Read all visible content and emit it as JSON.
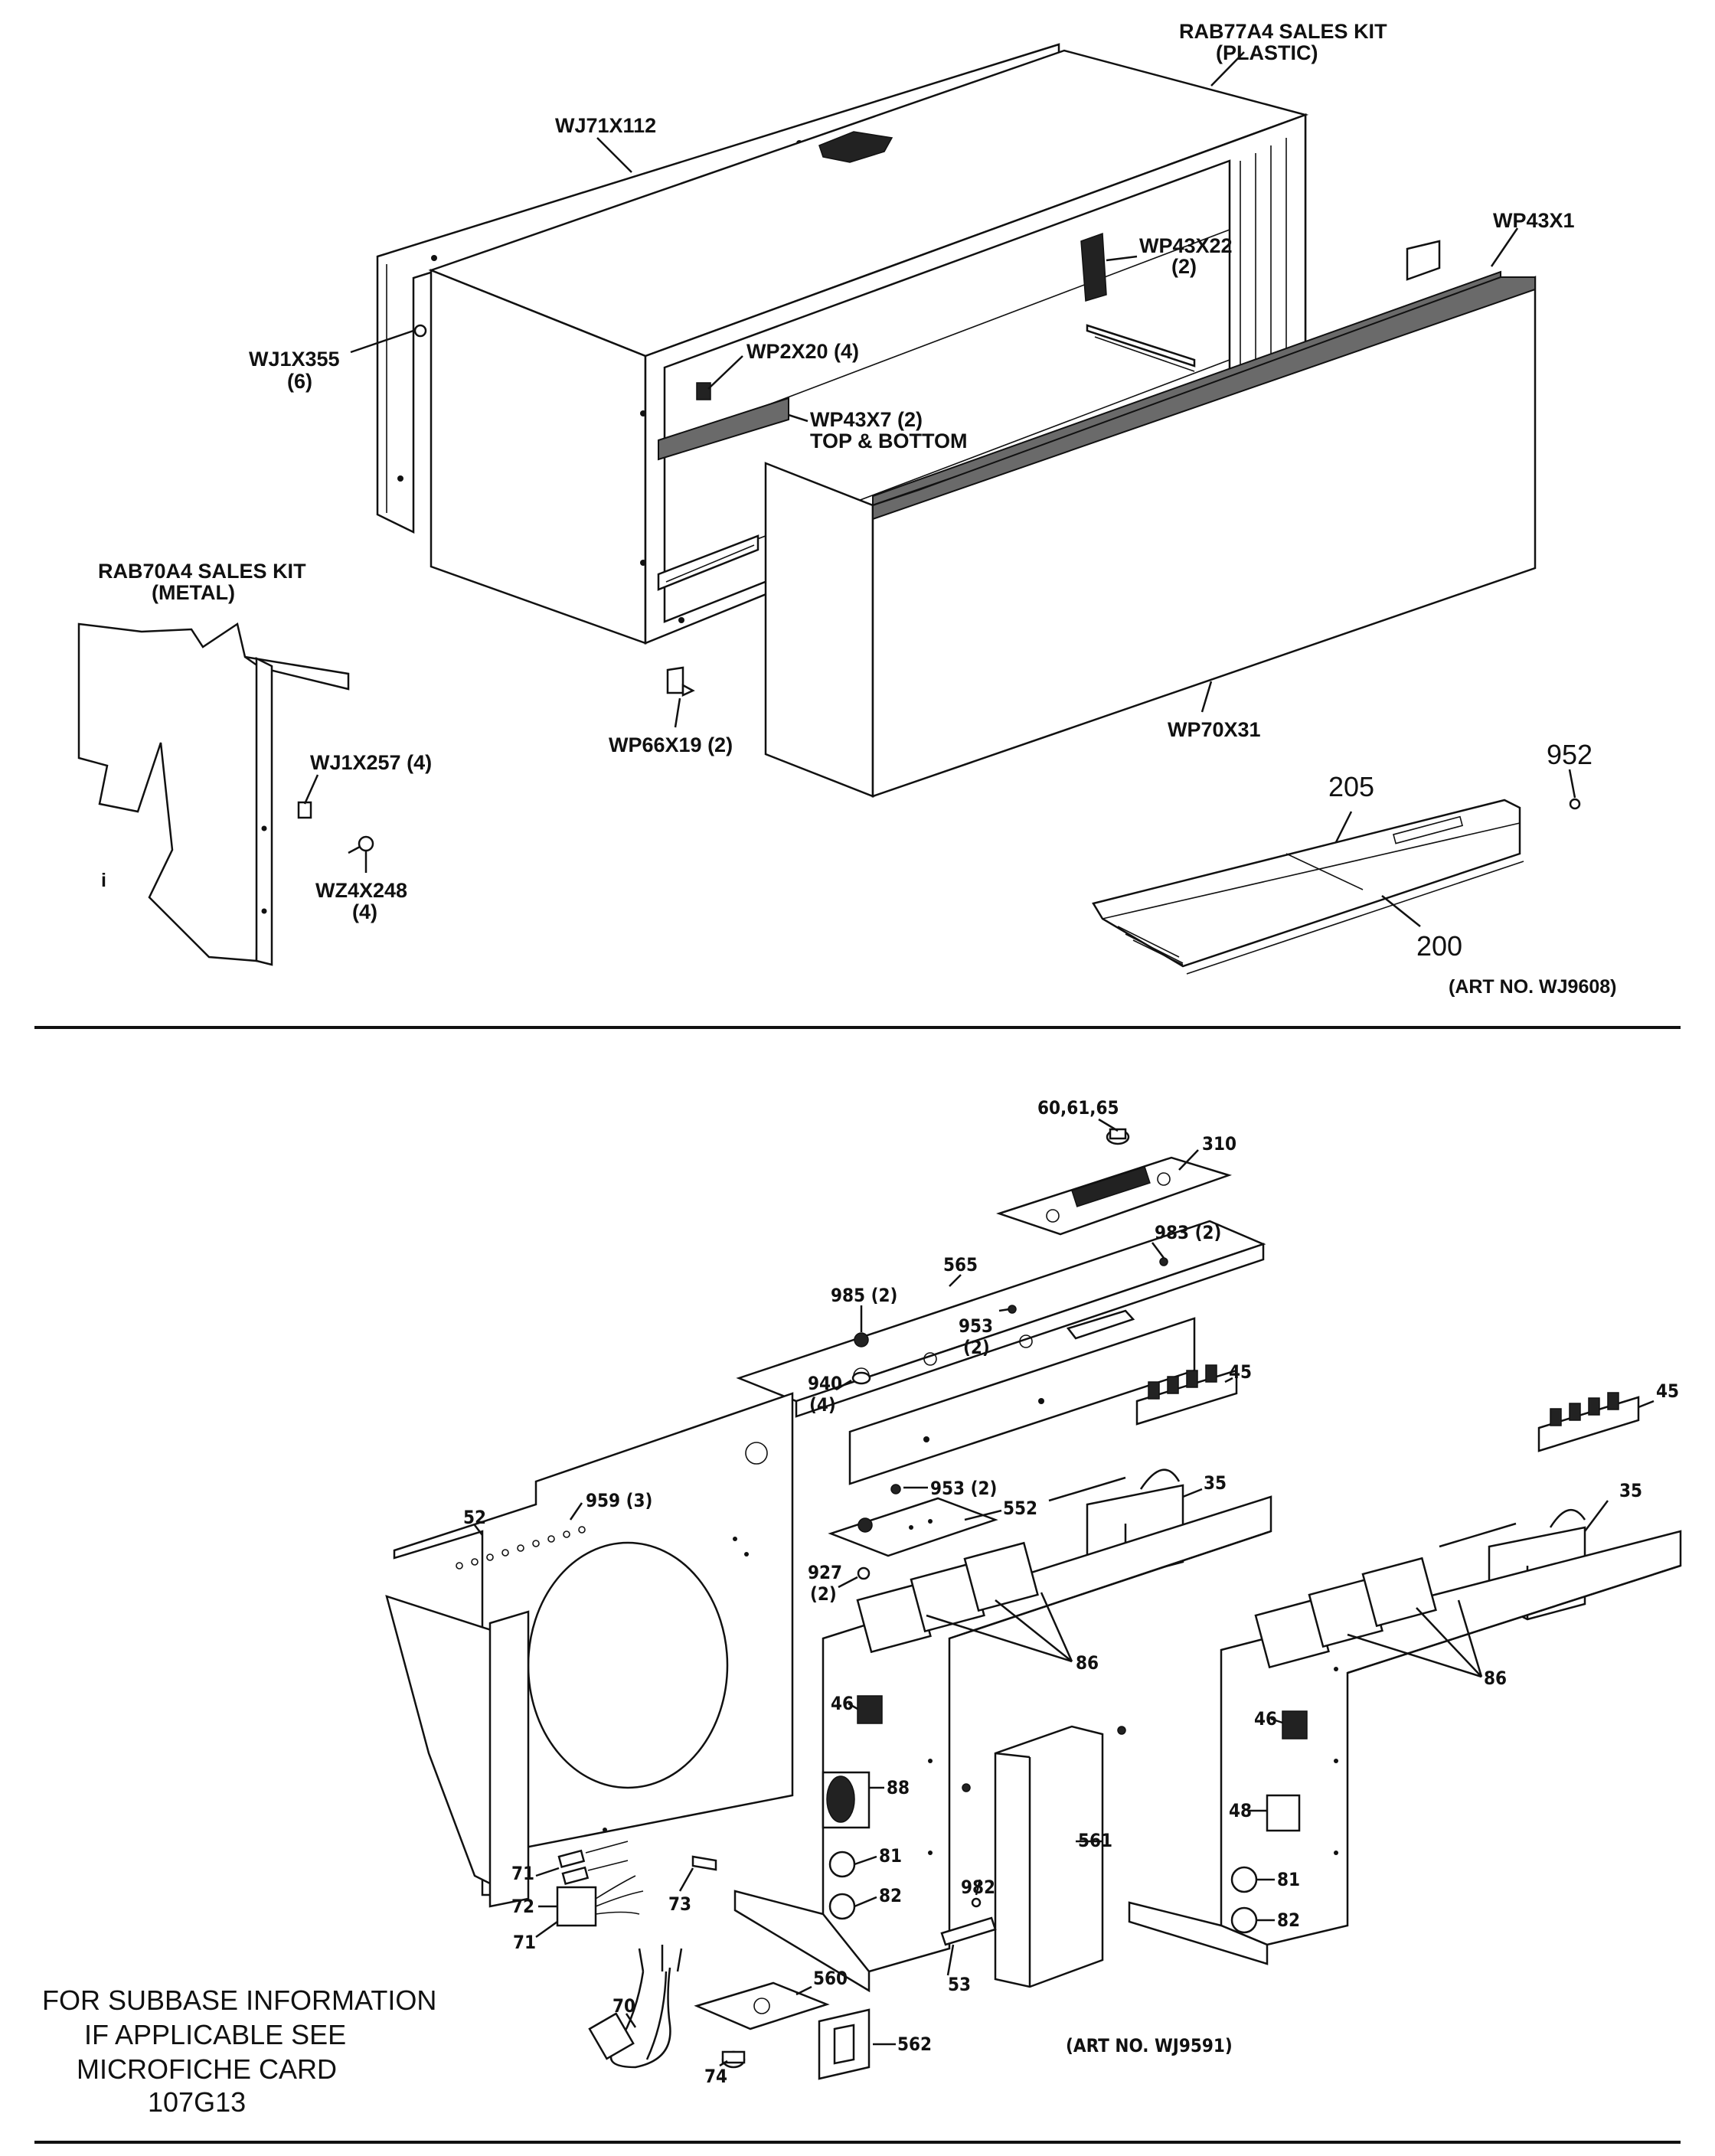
{
  "top_diagram": {
    "art_no": "(ART NO. WJ9608)",
    "callouts": {
      "rab77a4_line1": "RAB77A4 SALES KIT",
      "rab77a4_line2": "(PLASTIC)",
      "wj71x112": "WJ71X112",
      "wp43x22_line1": "WP43X22",
      "wp43x22_line2": "(2)",
      "wp43x1": "WP43X1",
      "wj1x355_line1": "WJ1X355",
      "wj1x355_line2": "(6)",
      "wp2x20": "WP2X20 (4)",
      "wp43x7_line1": "WP43X7 (2)",
      "wp43x7_line2": "TOP & BOTTOM",
      "rab70a4_line1": "RAB70A4 SALES KIT",
      "rab70a4_line2": "(METAL)",
      "wj1x257": "WJ1X257 (4)",
      "wz4x248_line1": "WZ4X248",
      "wz4x248_line2": "(4)",
      "wp66x19": "WP66X19 (2)",
      "wp70x31": "WP70X31",
      "n952": "952",
      "n205": "205",
      "n200": "200",
      "stray_i": "i"
    }
  },
  "bottom_diagram": {
    "art_no": "(ART NO. WJ9591)",
    "callouts": {
      "n60_61_65": "60,61,65",
      "n310": "310",
      "n983": "983 (2)",
      "n565": "565",
      "n985": "985 (2)",
      "n953a_line1": "953",
      "n953a_line2": "(2)",
      "n940_line1": "940",
      "n940_line2": "(4)",
      "n45a": "45",
      "n45b": "45",
      "n953b": "953 (2)",
      "n52": "52",
      "n959": "959 (3)",
      "n552": "552",
      "n35a": "35",
      "n35b": "35",
      "n927_line1": "927",
      "n927_line2": "(2)",
      "n86a": "86",
      "n86b": "86",
      "n46a": "46",
      "n46b": "46",
      "n88": "88",
      "n48": "48",
      "n561": "561",
      "n81a": "81",
      "n81b": "81",
      "n82a": "82",
      "n82b": "82",
      "n982": "982",
      "n71a": "71",
      "n71b": "71",
      "n72": "72",
      "n73": "73",
      "n53": "53",
      "n70": "70",
      "n560": "560",
      "n74": "74",
      "n562": "562"
    }
  },
  "subbase_note": {
    "line1": "FOR SUBBASE INFORMATION",
    "line2": "IF APPLICABLE SEE",
    "line3": "MICROFICHE CARD",
    "line4": "107G13"
  }
}
